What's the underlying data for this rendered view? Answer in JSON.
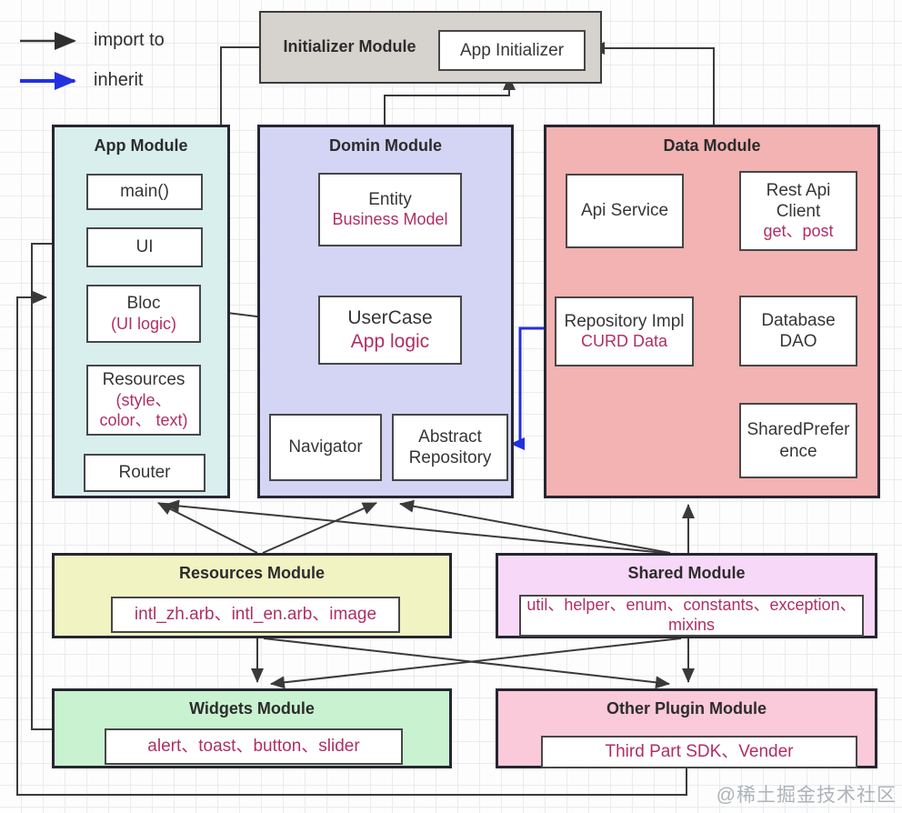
{
  "legend": {
    "import_label": "import to",
    "inherit_label": "inherit"
  },
  "watermark": "@稀土掘金技术社区",
  "colors": {
    "import_arrow": "#3a3a3a",
    "inherit_arrow": "#2330e0",
    "accent_text": "#b02e64",
    "initializer_bg": "#d6d3ce",
    "app_bg": "#d8efee",
    "domin_bg": "#d4d4f4",
    "data_bg": "#f2b3b2",
    "resources_bg": "#f1f3c2",
    "shared_bg": "#f8d8f8",
    "widgets_bg": "#c9f2d0",
    "other_bg": "#fac9da"
  },
  "modules": {
    "initializer": {
      "title": "Initializer Module",
      "app_initializer": "App Initializer"
    },
    "app": {
      "title": "App Module",
      "main": "main()",
      "ui": "UI",
      "bloc": "Bloc",
      "bloc_sub": "(UI logic)",
      "resources": "Resources",
      "resources_sub": "(style、color、 text)",
      "router": "Router"
    },
    "domin": {
      "title": "Domin Module",
      "entity": "Entity",
      "entity_sub": "Business Model",
      "usercase": "UserCase",
      "usercase_sub": "App logic",
      "navigator": "Navigator",
      "abstract_repository": "Abstract Repository"
    },
    "data": {
      "title": "Data Module",
      "api_service": "Api Service",
      "rest_api_client": "Rest Api Client",
      "rest_api_client_sub": "get、post",
      "repository_impl": "Repository Impl",
      "repository_impl_sub": "CURD Data",
      "database_dao": "Database DAO",
      "shared_preference": "SharedPreference"
    },
    "resources": {
      "title": "Resources Module",
      "content": "intl_zh.arb、intl_en.arb、image"
    },
    "shared": {
      "title": "Shared Module",
      "content": "util、helper、enum、constants、exception、mixins"
    },
    "widgets": {
      "title": "Widgets Module",
      "content": "alert、toast、button、slider"
    },
    "other_plugin": {
      "title": "Other Plugin Module",
      "content": "Third Part SDK、Vender"
    }
  }
}
